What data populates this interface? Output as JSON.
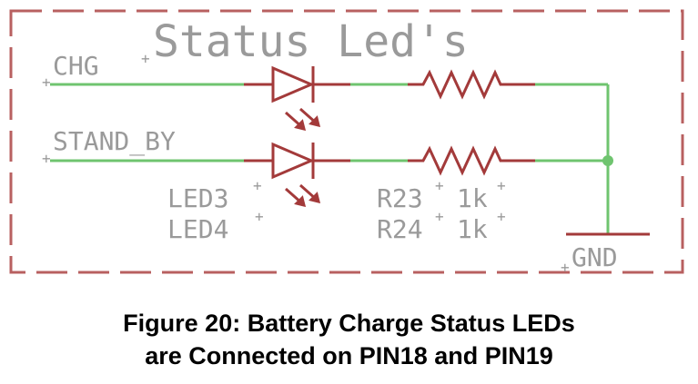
{
  "schematic": {
    "title": "Status Led's",
    "nets": {
      "chg": "CHG",
      "standby": "STAND_BY",
      "gnd": "GND"
    },
    "leds": [
      {
        "name": "LED3"
      },
      {
        "name": "LED4"
      }
    ],
    "resistors": [
      {
        "name": "R23",
        "value": "1k"
      },
      {
        "name": "R24",
        "value": "1k"
      }
    ],
    "colors": {
      "wire": "#6fc46f",
      "component": "#a33a3a",
      "frame": "#b86060",
      "text": "#9a9a9a"
    }
  },
  "caption": {
    "line1": "Figure 20: Battery Charge Status LEDs",
    "line2": "are Connected on PIN18 and PIN19"
  }
}
